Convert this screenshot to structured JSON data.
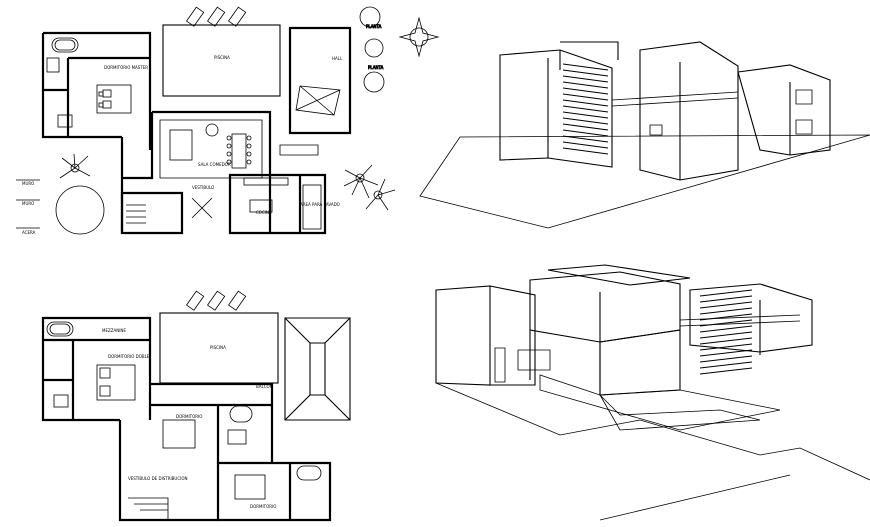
{
  "plan_upper": {
    "labels": {
      "pool": "PISCINA",
      "master_bedroom": "DORMITORIO MASTER",
      "dining": "SALA COMEDOR",
      "lobby": "VESTIBULO",
      "kitchen": "COCINA",
      "laundry": "AREA PARA LAVADO",
      "hall": "HALL",
      "planter_1": "PLANTA",
      "planter_2": "PLANTA",
      "side_1": "MURO",
      "side_2": "MURO",
      "side_3": "ACERA"
    }
  },
  "plan_lower": {
    "labels": {
      "pool": "PISCINA",
      "mezzanine": "MEZZANINE",
      "bedroom_1": "DORMITORIO DOBLE",
      "bedroom_2": "DORMITORIO",
      "bedroom_3": "DORMITORIO",
      "lobby": "VESTIBULO DE DISTRIBUCION",
      "balcony": "BALCON"
    }
  }
}
